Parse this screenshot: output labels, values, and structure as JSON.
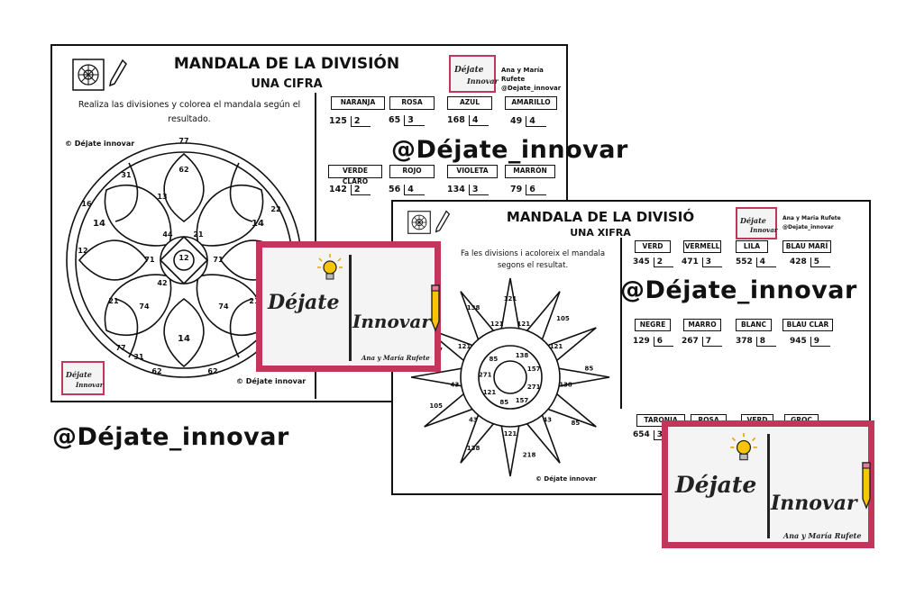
{
  "watermark": "@Déjate_innovar",
  "sheet1": {
    "title": "MANDALA DE LA DIVISIÓN",
    "subtitle": "UNA CIFRA",
    "instructions": "Realiza las divisiones y colorea el mandala según el resultado.",
    "copyright": "© Déjate innovar",
    "copyright_bottom": "© Déjate innovar",
    "authors_line1": "Ana y María Rufete",
    "authors_line2": "@Dejate_innovar",
    "colors": [
      "NARANJA",
      "ROSA",
      "AZUL",
      "AMARILLO",
      "VERDE CLARO",
      "ROJO",
      "VIOLETA",
      "MARRÓN"
    ],
    "problems": [
      {
        "dividend": "125",
        "divisor": "2"
      },
      {
        "dividend": "65",
        "divisor": "3"
      },
      {
        "dividend": "168",
        "divisor": "4"
      },
      {
        "dividend": "49",
        "divisor": "4"
      },
      {
        "dividend": "142",
        "divisor": "2"
      },
      {
        "dividend": "56",
        "divisor": "4"
      },
      {
        "dividend": "134",
        "divisor": "3"
      },
      {
        "dividend": "79",
        "divisor": "6"
      }
    ],
    "mandala_numbers": [
      "77",
      "62",
      "31",
      "16",
      "22",
      "13",
      "14",
      "14",
      "12",
      "44",
      "21",
      "42",
      "71",
      "71",
      "74",
      "74",
      "21",
      "21",
      "12",
      "12",
      "14",
      "77",
      "31",
      "62",
      "62",
      "12"
    ]
  },
  "sheet2": {
    "title": "MANDALA DE LA DIVISIÓ",
    "subtitle": "UNA XIFRA",
    "instructions_line1": "Fa les divisions i acoloreix el mandala",
    "instructions_line2": "segons el resultat.",
    "copyright": "© Déjate innovar",
    "authors_line1": "Ana y Maria Rufete",
    "authors_line2": "@Dejate_innovar",
    "colors": [
      "VERD",
      "VERMELL",
      "LILA",
      "BLAU MARÍ",
      "NEGRE",
      "MARRO",
      "BLANC",
      "BLAU CLAR",
      "TARONJA",
      "ROSA",
      "VERD",
      "GROC"
    ],
    "problems": [
      {
        "dividend": "345",
        "divisor": "2"
      },
      {
        "dividend": "471",
        "divisor": "3"
      },
      {
        "dividend": "552",
        "divisor": "4"
      },
      {
        "dividend": "428",
        "divisor": "5"
      },
      {
        "dividend": "129",
        "divisor": "6"
      },
      {
        "dividend": "267",
        "divisor": "7"
      },
      {
        "dividend": "378",
        "divisor": "8"
      },
      {
        "dividend": "945",
        "divisor": "9"
      },
      {
        "dividend": "654",
        "divisor": "3"
      }
    ],
    "mandala_numbers": [
      "121",
      "121",
      "138",
      "105",
      "121",
      "157",
      "85",
      "138",
      "271",
      "85",
      "43",
      "157",
      "218",
      "121",
      "85",
      "138",
      "43",
      "121",
      "105",
      "43",
      "271",
      "157",
      "121",
      "85",
      "138",
      "121"
    ]
  },
  "logo": {
    "word1": "Déjate",
    "word2": "Innovar",
    "signature": "Ana y María Rufete",
    "border_color": "#c2365b"
  },
  "mini_logo": {
    "word1": "Déjate",
    "word2": "Innovar"
  }
}
